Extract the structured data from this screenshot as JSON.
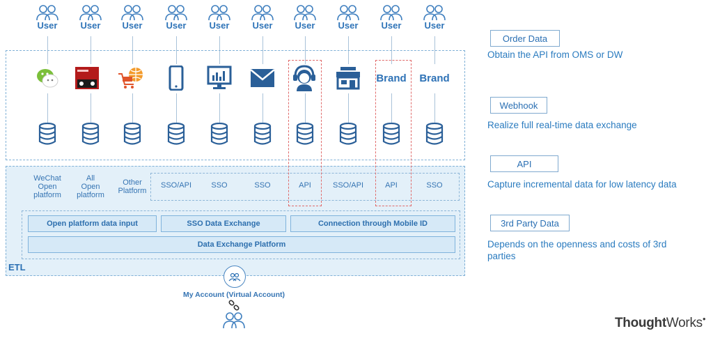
{
  "users": [
    "User",
    "User",
    "User",
    "User",
    "User",
    "User",
    "User",
    "User",
    "User",
    "User"
  ],
  "channel_icons": [
    "wechat-icon",
    "tmall-shop-icon",
    "online-shop-icon",
    "mobile-phone-icon",
    "desktop-chart-icon",
    "email-icon",
    "customer-service-icon",
    "store-icon",
    "brand-logo",
    "brand-logo"
  ],
  "brand_labels": [
    "Brand",
    "Brand"
  ],
  "sources": [
    {
      "lines": [
        "WeChat",
        "Open",
        "platform"
      ]
    },
    {
      "lines": [
        "All",
        "Open",
        "platform"
      ]
    },
    {
      "lines": [
        "Other",
        "Platform"
      ]
    },
    {
      "lines": [
        "SSO/API"
      ]
    },
    {
      "lines": [
        "SSO"
      ]
    },
    {
      "lines": [
        "SSO"
      ]
    },
    {
      "lines": [
        "API"
      ]
    },
    {
      "lines": [
        "SSO/API"
      ]
    },
    {
      "lines": [
        "API"
      ]
    },
    {
      "lines": [
        "SSO"
      ]
    }
  ],
  "platform": {
    "open_input": "Open platform data input",
    "sso_exchange": "SSO Data Exchange",
    "mobile_id": "Connection through Mobile ID",
    "exchange": "Data Exchange Platform"
  },
  "etl_label": "ETL",
  "account": {
    "label": "My Account (Virtual Account)",
    "icon": "users-group-icon",
    "link_icon": "chain-link-icon"
  },
  "legend": [
    {
      "tag": "Order Data",
      "desc": "Obtain the API from OMS or DW"
    },
    {
      "tag": "Webhook",
      "desc": "Realize full real-time data exchange"
    },
    {
      "tag": "API",
      "desc": "Capture incremental data for low latency data"
    },
    {
      "tag": "3rd Party Data",
      "desc": "Depends on the openness and costs of 3rd parties"
    }
  ],
  "logo": {
    "bold": "Thought",
    "light": "Works"
  },
  "colors": {
    "accent": "#2a6fb3",
    "etl_bg": "#e3f0f9",
    "highlight": "#e06a6a"
  }
}
